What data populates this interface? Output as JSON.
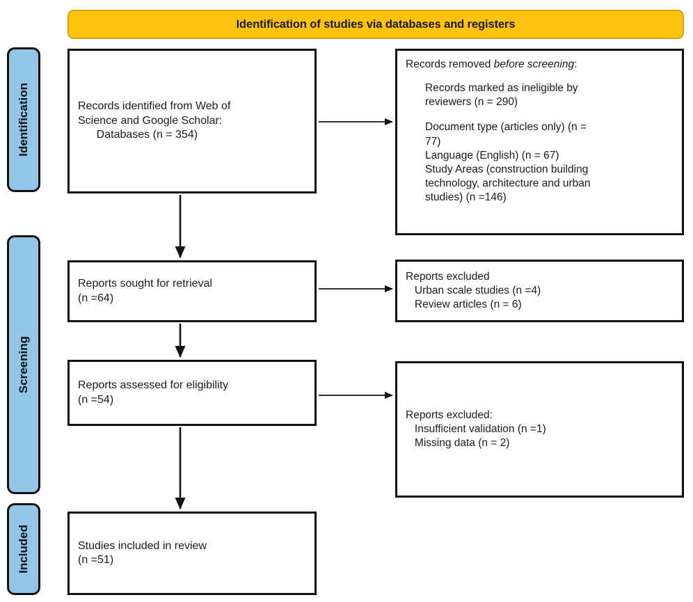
{
  "banner": {
    "title": "Identification of studies via databases and registers"
  },
  "phases": [
    {
      "id": "identification",
      "label": "Identification"
    },
    {
      "id": "screening",
      "label": "Screening"
    },
    {
      "id": "included",
      "label": "Included"
    }
  ],
  "boxes": {
    "identified": {
      "line1": "Records identified from Web of",
      "line2": "Science and Google Scholar:",
      "line3": "      Databases (n = 354)",
      "text": "Records identified from Web of\nScience and Google Scholar:\n      Databases (n = 354)"
    },
    "removed": {
      "heading_prefix": "Records removed ",
      "heading_italic": "before screening",
      "heading_suffix": ":",
      "items": [
        "Records marked as ineligible by\nreviewers (n = 290)",
        "Document type (articles only) (n =\n77)",
        "Language (English) (n = 67)",
        "Study Areas (construction building\ntechnology, architecture and urban\nstudies) (n =146)"
      ]
    },
    "sought": {
      "text": "Reports sought for retrieval\n(n =64)"
    },
    "excluded_1": {
      "heading": "Reports excluded",
      "items": [
        "   Urban scale studies (n =4)",
        "   Review articles (n = 6)"
      ],
      "text": "Reports excluded\n   Urban scale studies (n =4)\n   Review articles (n = 6)"
    },
    "assessed": {
      "text": "Reports assessed for eligibility\n(n =54)"
    },
    "excluded_2": {
      "heading": "Reports excluded:",
      "items": [
        "   Insufficient validation (n =1)",
        "   Missing data (n = 2)"
      ],
      "text": "Reports excluded:\n   Insufficient validation (n =1)\n   Missing data (n = 2)"
    },
    "included": {
      "text": "Studies included in review\n(n =51)"
    }
  },
  "counts": {
    "databases_identified": 354,
    "ineligible_by_reviewers": 290,
    "document_type_removed": 77,
    "language_removed": 67,
    "study_areas_removed": 146,
    "reports_sought": 64,
    "urban_scale_excluded": 4,
    "review_articles_excluded": 6,
    "reports_assessed": 54,
    "insufficient_validation_excluded": 1,
    "missing_data_excluded": 2,
    "studies_included": 51
  },
  "colors": {
    "banner_fill": "#FFC20E",
    "banner_border": "#E0A008",
    "phase_fill": "#92C5E8",
    "stroke": "#111111",
    "box_fill": "#FFFFFF",
    "text": "#1A1A1A"
  }
}
